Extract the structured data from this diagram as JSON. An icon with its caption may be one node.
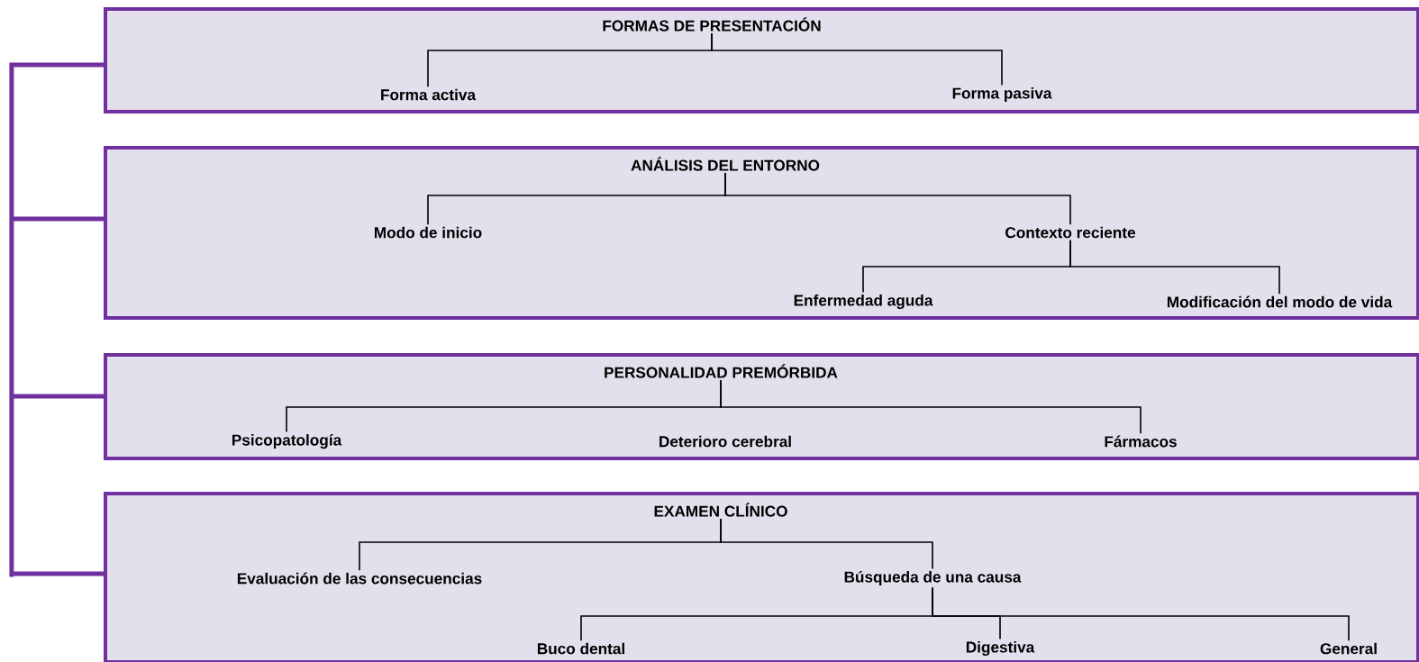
{
  "diagram": {
    "nodes": [
      {
        "text": [],
        "shape": "box"
      },
      {
        "text": [
          "FORMAS DE PRESENTACIÓN"
        ],
        "in": 0
      },
      {
        "text": [
          "Forma activa"
        ],
        "in": 0
      },
      {
        "text": [
          "Forma pasiva"
        ],
        "in": 0
      },
      {
        "text": [],
        "shape": "box"
      },
      {
        "text": [
          "ANÁLISIS DEL ENTORNO"
        ],
        "in": 4
      },
      {
        "text": [
          "Modo de inicio"
        ],
        "in": 4
      },
      {
        "text": [
          "Contexto reciente"
        ],
        "in": 4
      },
      {
        "text": [
          "Enfermedad aguda"
        ],
        "in": 4
      },
      {
        "text": [
          "Modificación del modo de vida"
        ],
        "in": 4
      },
      {
        "text": [],
        "shape": "box"
      },
      {
        "text": [
          "PERSONALIDAD PREMÓRBIDA"
        ],
        "in": 10
      },
      {
        "text": [
          "Psicopatología"
        ],
        "in": 10
      },
      {
        "text": [
          "Deterioro cerebral"
        ],
        "in": 10
      },
      {
        "text": [
          "Fármacos"
        ],
        "in": 10
      },
      {
        "text": [],
        "shape": "box"
      },
      {
        "text": [
          "EXAMEN CLÍNICO"
        ],
        "in": 15
      },
      {
        "text": [
          "Evaluación de las consecuencias"
        ],
        "in": 15
      },
      {
        "text": [
          "Búsqueda de una causa"
        ],
        "in": 15
      },
      {
        "text": [
          "Buco dental"
        ],
        "in": 15
      },
      {
        "text": [
          "Digestiva"
        ],
        "in": 15
      },
      {
        "text": [
          "General"
        ],
        "in": 15
      },
      {
        "text": [],
        "shape": "bar"
      }
    ],
    "edges": [
      {
        "from": 1,
        "to": 2,
        "arrow": "none"
      },
      {
        "from": 1,
        "to": 3,
        "arrow": "none"
      },
      {
        "from": 5,
        "to": 6,
        "arrow": "none"
      },
      {
        "from": 5,
        "to": 7,
        "arrow": "none"
      },
      {
        "from": 7,
        "to": 8,
        "arrow": "none"
      },
      {
        "from": 7,
        "to": 9,
        "arrow": "none"
      },
      {
        "from": 11,
        "to": 12,
        "arrow": "none"
      },
      {
        "from": 11,
        "to": 14,
        "arrow": "none"
      },
      {
        "from": 16,
        "to": 17,
        "arrow": "none"
      },
      {
        "from": 16,
        "to": 18,
        "arrow": "none"
      },
      {
        "from": 18,
        "to": 19,
        "arrow": "none"
      },
      {
        "from": 18,
        "to": 20,
        "arrow": "none"
      },
      {
        "from": 18,
        "to": 21,
        "arrow": "none"
      },
      {
        "from": 22,
        "to": 0,
        "arrow": "none",
        "style": "thick",
        "color": "#7030a0"
      },
      {
        "from": 22,
        "to": 4,
        "arrow": "none",
        "style": "thick",
        "color": "#7030a0"
      },
      {
        "from": 22,
        "to": 10,
        "arrow": "none",
        "style": "thick",
        "color": "#7030a0"
      },
      {
        "from": 22,
        "to": 15,
        "arrow": "none",
        "style": "thick",
        "color": "#7030a0"
      }
    ]
  }
}
